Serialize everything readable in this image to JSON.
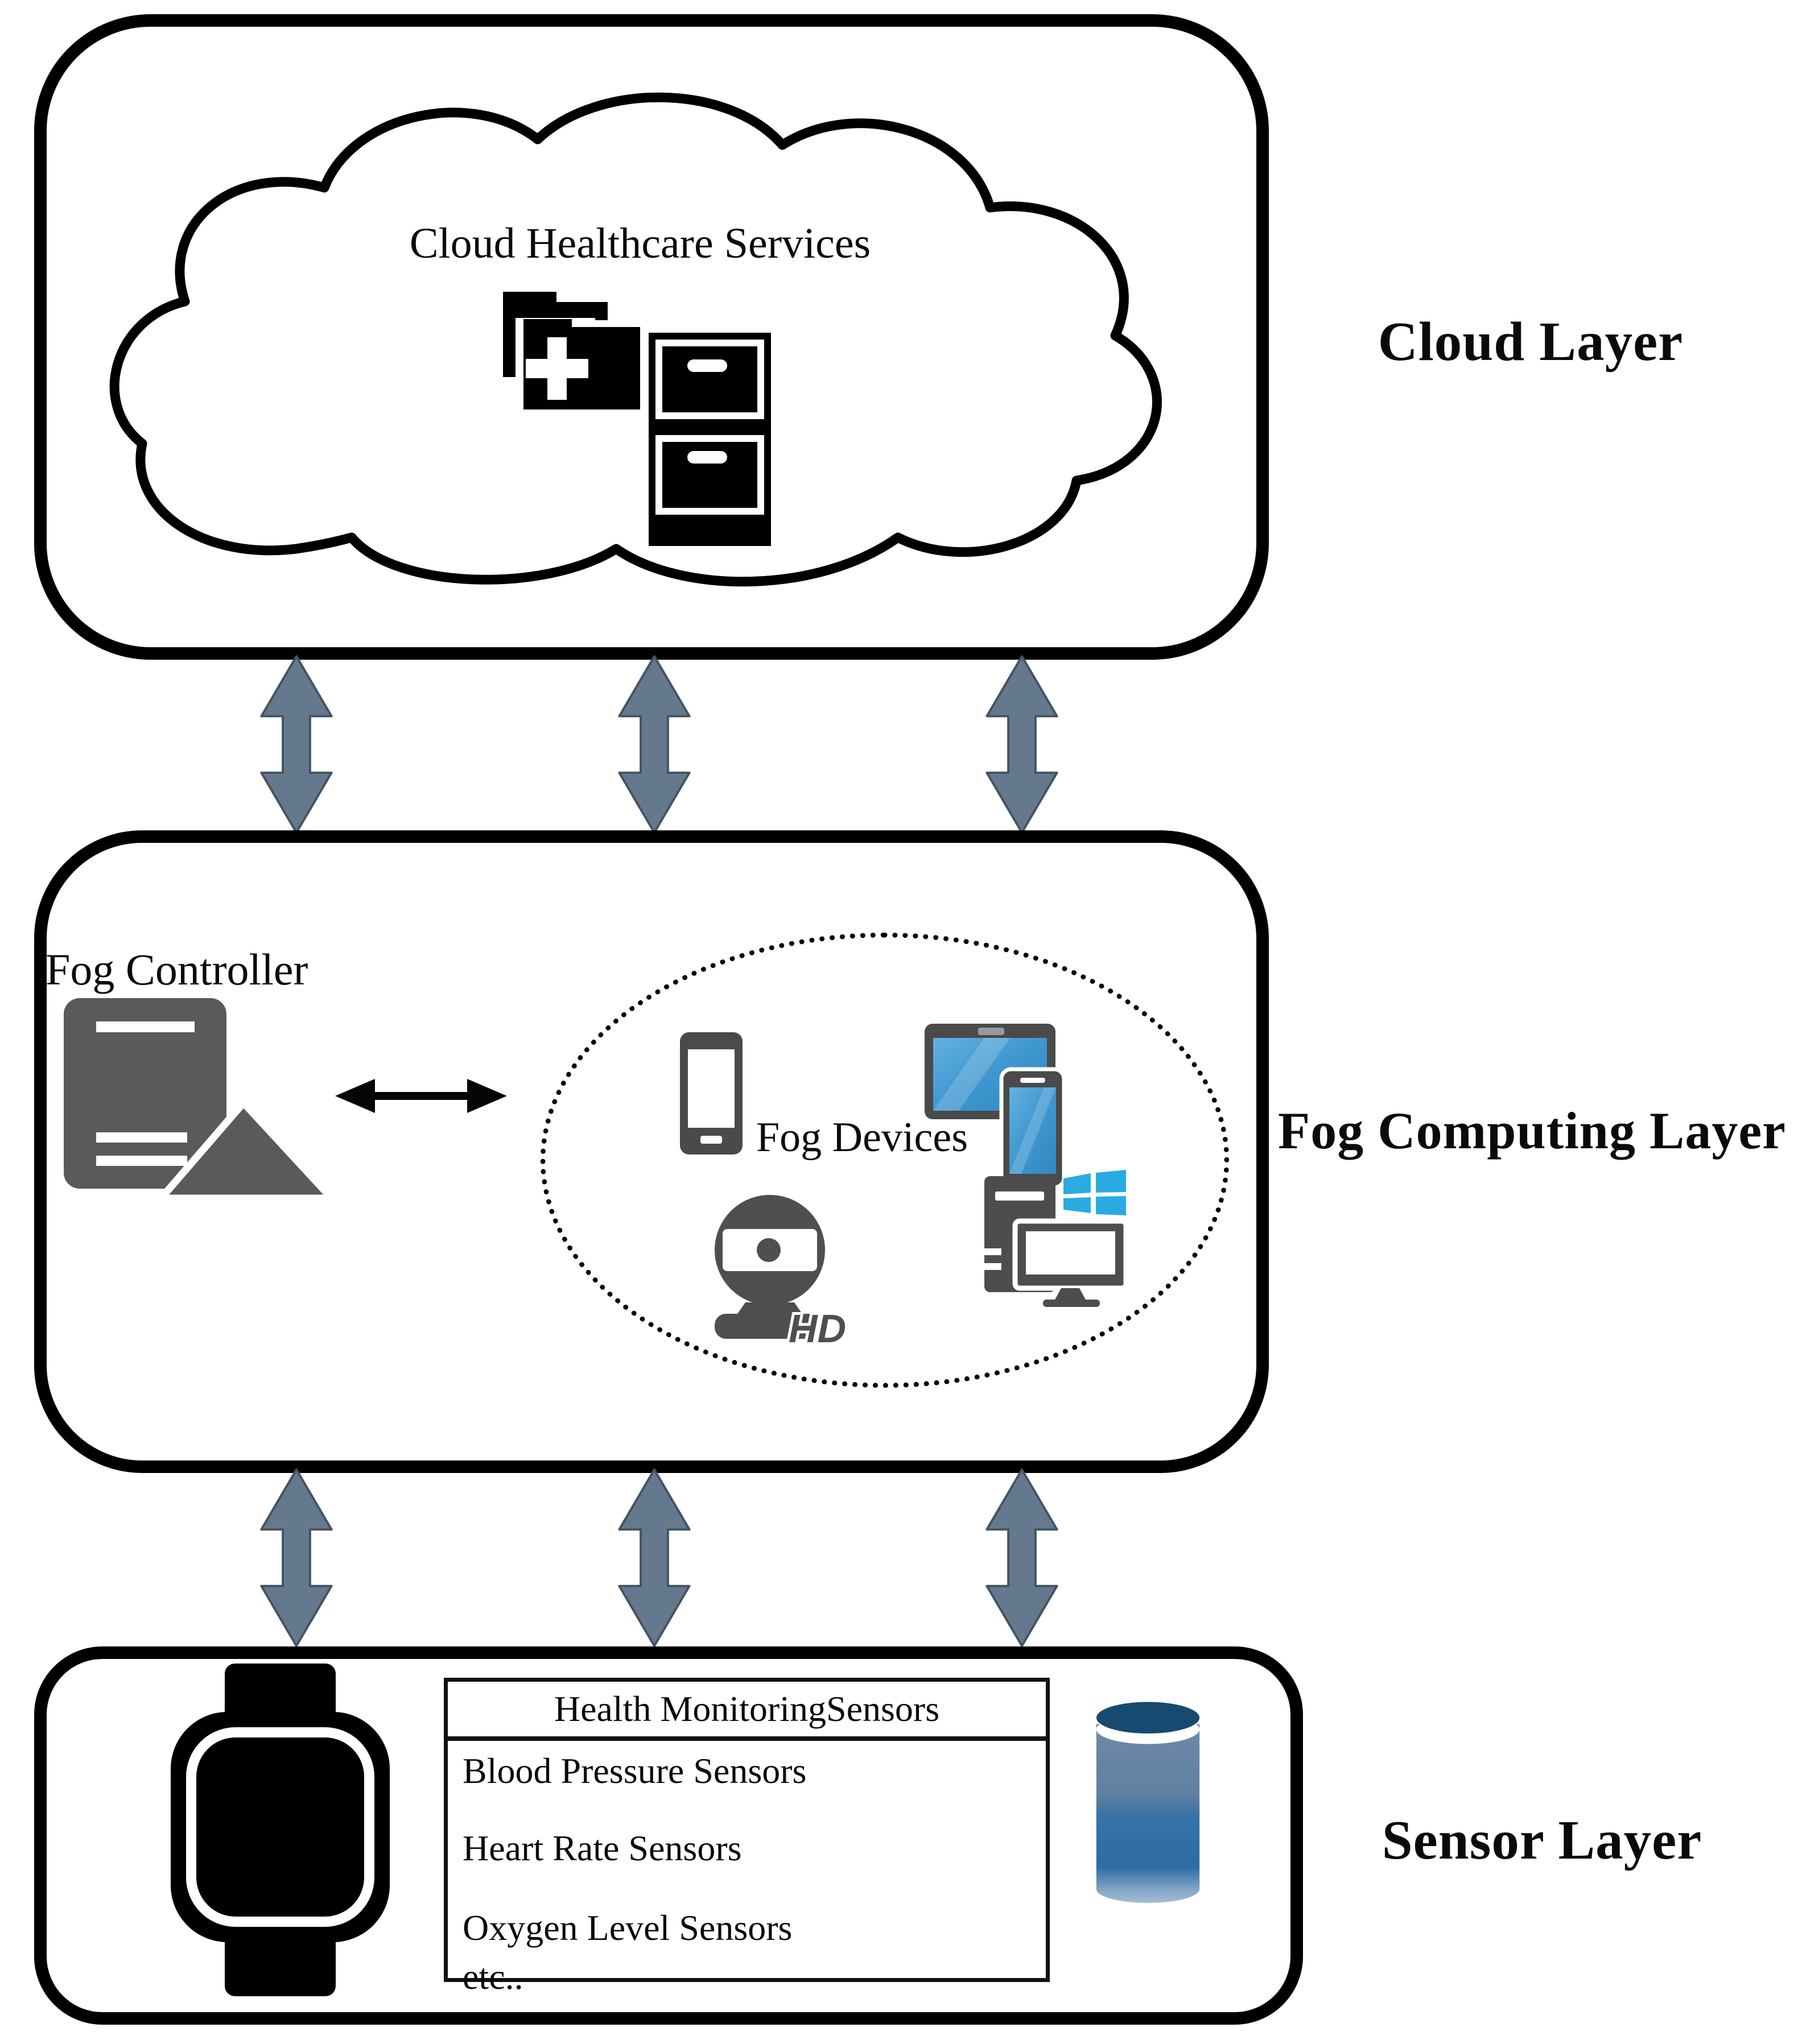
{
  "figure": {
    "cloud_layer": {
      "side_label": "Cloud Layer",
      "cloud_title": "Cloud Healthcare Services"
    },
    "fog_layer": {
      "side_label": "Fog Computing Layer",
      "controller_label": "Fog Controller",
      "devices_label": "Fog Devices",
      "webcam_badge": "HD"
    },
    "sensor_layer": {
      "side_label": "Sensor Layer",
      "sensor_table": {
        "header": "Health MonitoringSensors",
        "rows": [
          "Blood Pressure Sensors",
          "Heart Rate Sensors",
          "Oxygen Level Sensors",
          "etc.."
        ]
      }
    },
    "colors": {
      "layer_arrow_fill": "#64798e",
      "layer_arrow_edge": "#45535f",
      "icon_dark_gray": "#4a4a4a",
      "controller_gray": "#5a5a5a",
      "screen_blue": "#3f97d0",
      "screen_blue_light": "#62b2e0",
      "windows_blue": "#29abe2",
      "cylinder_top_navy": "#174a70",
      "cylinder_body_blue": "#2e6ca4",
      "cylinder_body_slate": "#64809e"
    }
  }
}
